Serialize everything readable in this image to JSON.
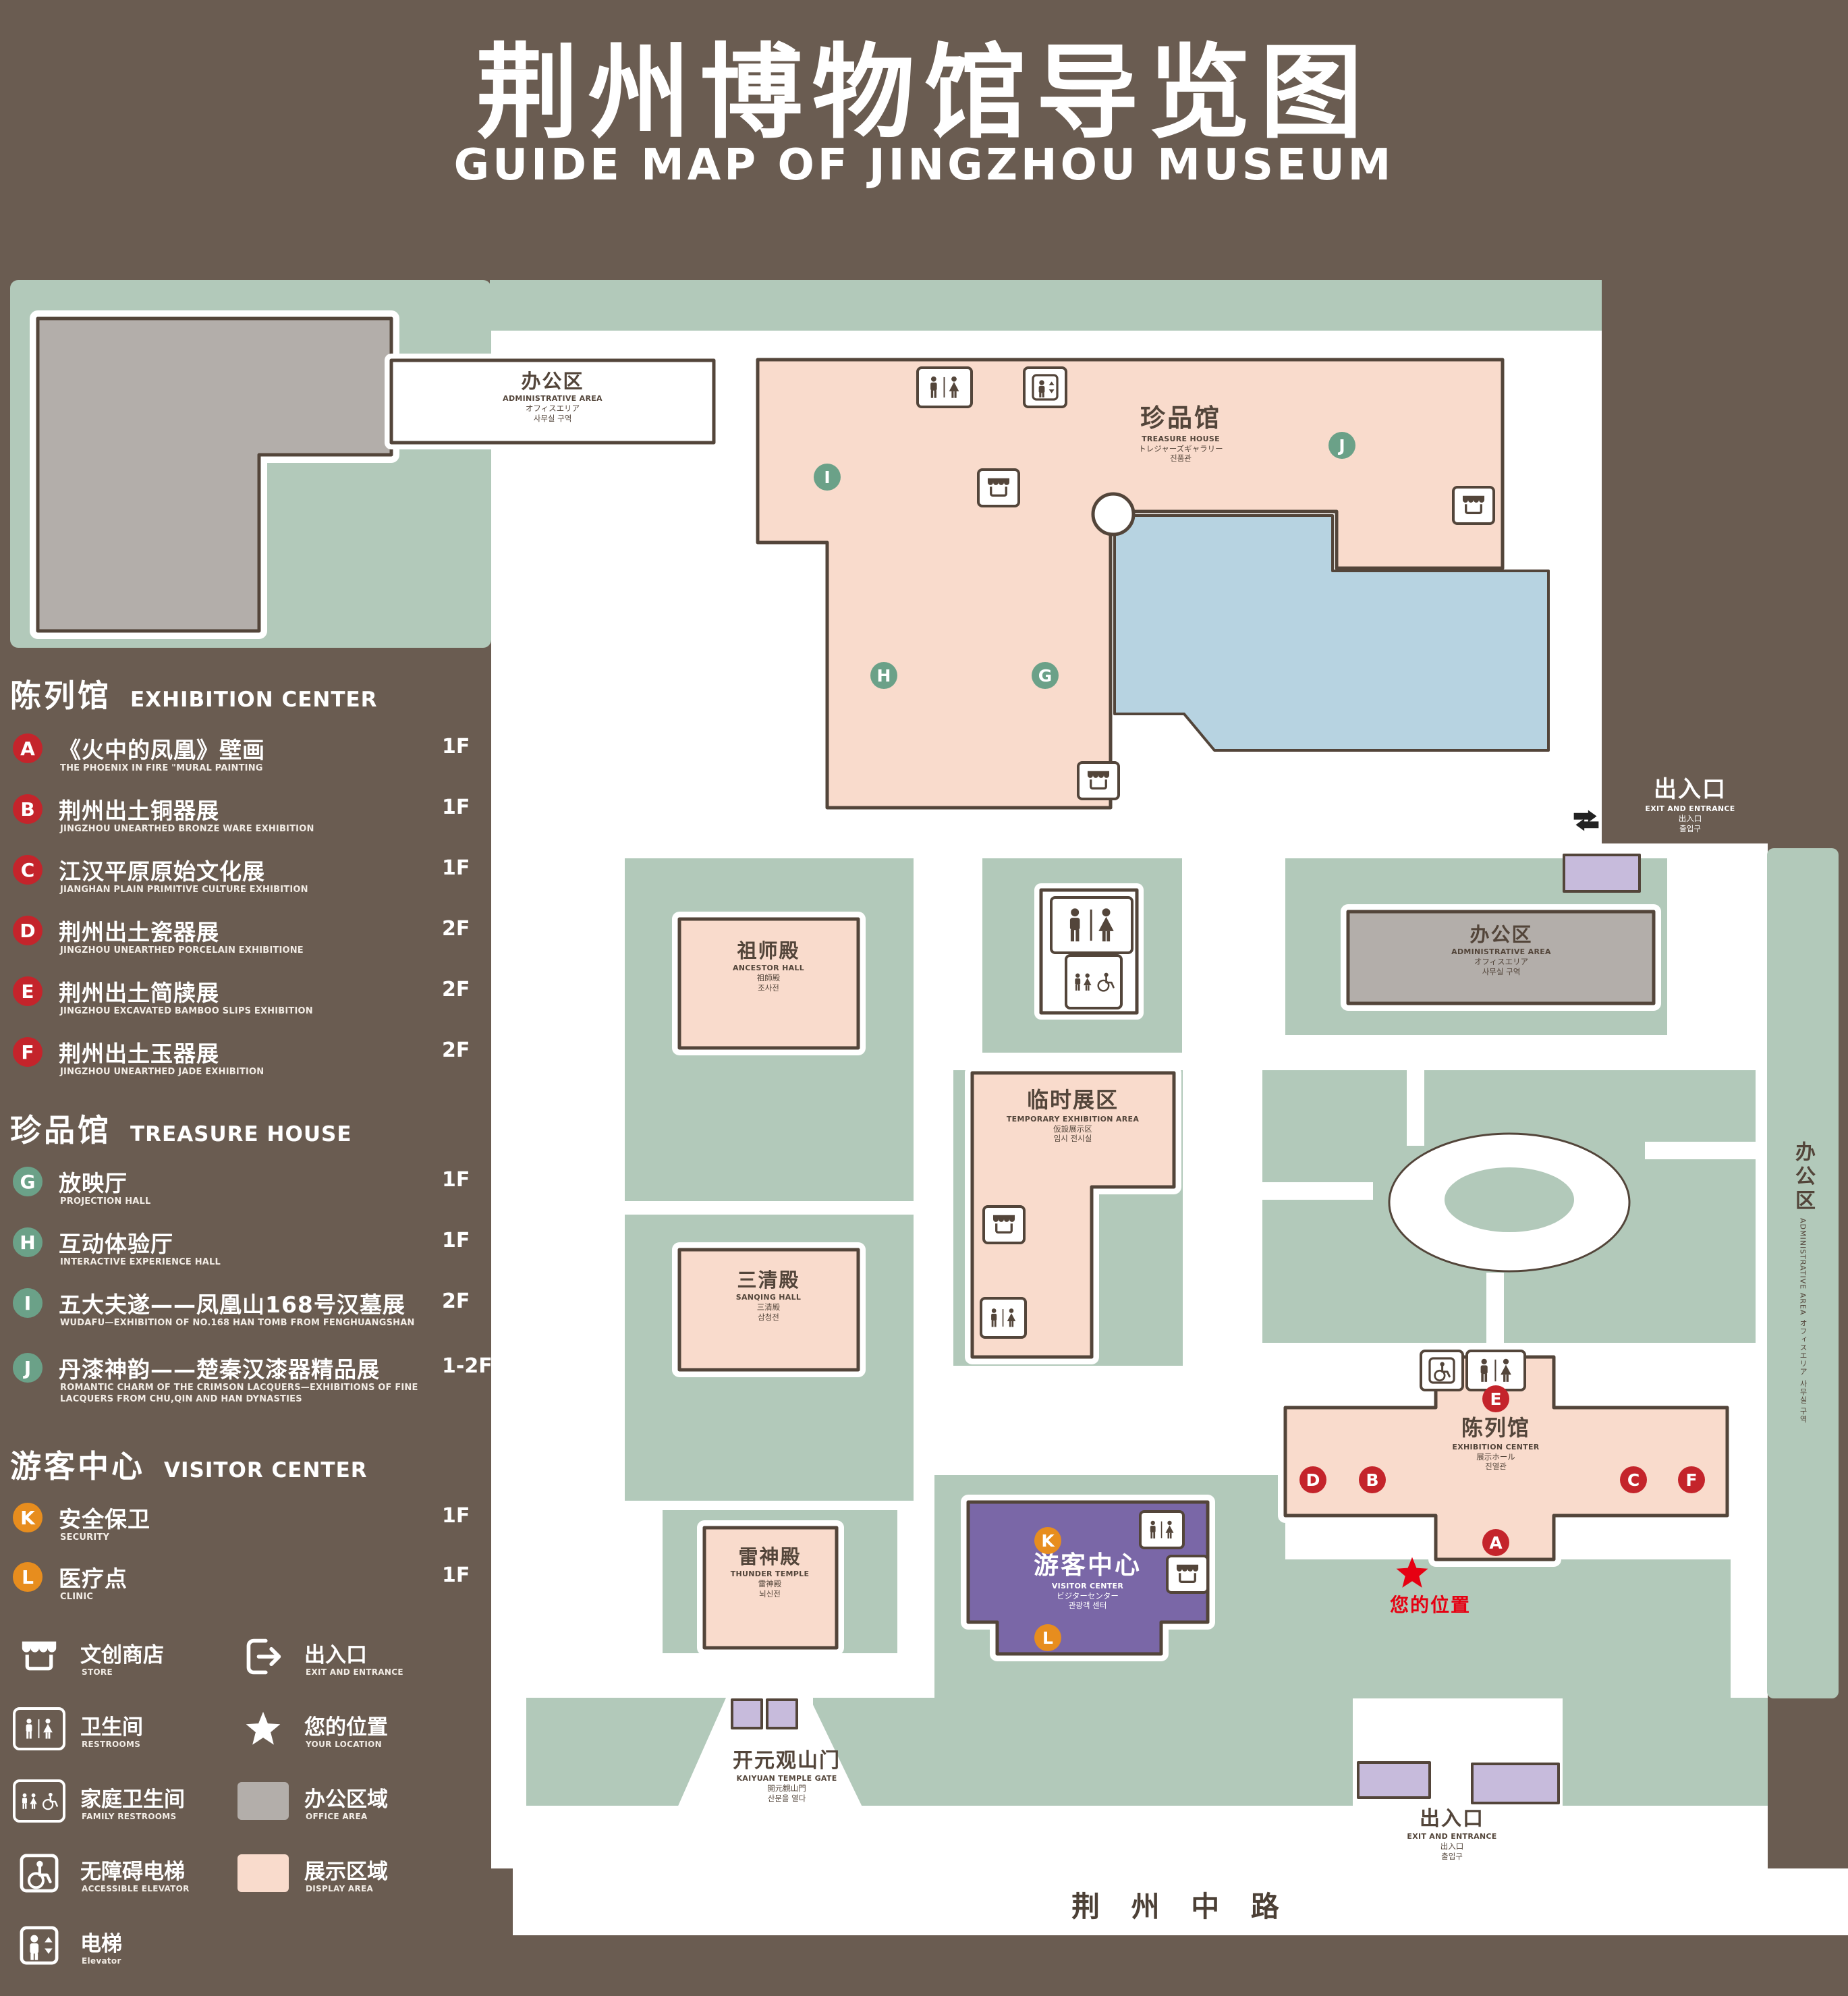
{
  "colors": {
    "background": "#6a5c51",
    "map_white": "#ffffff",
    "green_area": "#b2c9ba",
    "display_area_pink": "#f9dbcc",
    "office_area_gray": "#b3aeaa",
    "visitor_purple": "#7a67a7",
    "entrance_light_purple": "#c7bbdc",
    "pond_blue": "#b7d3e1",
    "outline_brown": "#53453a",
    "marker_red": "#c4242b",
    "marker_green": "#6ba188",
    "marker_orange": "#e78d1e",
    "location_red": "#e60012"
  },
  "header": {
    "title_zh": "荆州博物馆导览图",
    "title_en": "GUIDE MAP OF JINGZHOU MUSEUM"
  },
  "sidebar": {
    "sections": [
      {
        "title_zh": "陈列馆",
        "title_en": "EXHIBITION CENTER",
        "items": [
          {
            "letter": "A",
            "zh": "《火中的凤凰》壁画",
            "en": "THE PHOENIX IN FIRE \"MURAL PAINTING",
            "floor": "1F"
          },
          {
            "letter": "B",
            "zh": "荆州出土铜器展",
            "en": "JINGZHOU UNEARTHED BRONZE WARE EXHIBITION",
            "floor": "1F"
          },
          {
            "letter": "C",
            "zh": "江汉平原原始文化展",
            "en": "JIANGHAN PLAIN PRIMITIVE CULTURE EXHIBITION",
            "floor": "1F"
          },
          {
            "letter": "D",
            "zh": "荆州出土瓷器展",
            "en": "JINGZHOU UNEARTHED PORCELAIN EXHIBITIONE",
            "floor": "2F"
          },
          {
            "letter": "E",
            "zh": "荆州出土简牍展",
            "en": "JINGZHOU EXCAVATED BAMBOO SLIPS EXHIBITION",
            "floor": "2F"
          },
          {
            "letter": "F",
            "zh": "荆州出土玉器展",
            "en": "JINGZHOU UNEARTHED JADE EXHIBITION",
            "floor": "2F"
          }
        ]
      },
      {
        "title_zh": "珍品馆",
        "title_en": "TREASURE HOUSE",
        "items": [
          {
            "letter": "G",
            "zh": "放映厅",
            "en": "PROJECTION HALL",
            "floor": "1F"
          },
          {
            "letter": "H",
            "zh": "互动体验厅",
            "en": "INTERACTIVE EXPERIENCE HALL",
            "floor": "1F"
          },
          {
            "letter": "I",
            "zh": "五大夫遂——凤凰山168号汉墓展",
            "en": "WUDAFU—EXHIBITION OF NO.168 HAN TOMB FROM FENGHUANGSHAN",
            "floor": "2F"
          },
          {
            "letter": "J",
            "zh": "丹漆神韵——楚秦汉漆器精品展",
            "en": "ROMANTIC CHARM OF THE CRIMSON LACQUERS—EXHIBITIONS OF FINE LACQUERS FROM CHU,QIN AND HAN DYNASTIES",
            "floor": "1-2F"
          }
        ]
      },
      {
        "title_zh": "游客中心",
        "title_en": "VISITOR CENTER",
        "items": [
          {
            "letter": "K",
            "zh": "安全保卫",
            "en": "SECURITY",
            "floor": "1F"
          },
          {
            "letter": "L",
            "zh": "医疗点",
            "en": "CLINIC",
            "floor": "1F"
          }
        ]
      }
    ],
    "symbols": [
      {
        "zh": "文创商店",
        "en": "STORE"
      },
      {
        "zh": "出入口",
        "en": "EXIT AND ENTRANCE"
      },
      {
        "zh": "卫生间",
        "en": "RESTROOMS"
      },
      {
        "zh": "您的位置",
        "en": "YOUR LOCATION"
      },
      {
        "zh": "家庭卫生间",
        "en": "FAMILY RESTROOMS"
      },
      {
        "zh": "办公区域",
        "en": "OFFICE AREA"
      },
      {
        "zh": "无障碍电梯",
        "en": "ACCESSIBLE ELEVATOR"
      },
      {
        "zh": "展示区域",
        "en": "DISPLAY AREA"
      },
      {
        "zh": "电梯",
        "en": "Elevator"
      }
    ]
  },
  "map": {
    "admin_top": {
      "zh": "办公区",
      "en": "ADMINISTRATIVE AREA",
      "ja": "オフィスエリア",
      "ko": "사무실 구역"
    },
    "treasure_house": {
      "zh": "珍品馆",
      "en": "TREASURE HOUSE",
      "ja": "トレジャーズギャラリー",
      "ko": "진품관"
    },
    "exit_top": {
      "zh": "出入口",
      "en": "EXIT AND ENTRANCE",
      "ja": "出入口",
      "ko": "출입구"
    },
    "admin_right": {
      "zh": "办公区",
      "en": "ADMINISTRATIVE AREA",
      "ja": "オフィスエリア",
      "ko": "사무실 구역"
    },
    "admin_strip": {
      "zh": "办公区",
      "en": "ADMINISTRATIVE AREA",
      "ja": "オフィスエリア",
      "ko": "사무실 구역"
    },
    "ancestor_hall": {
      "zh": "祖师殿",
      "en": "ANCESTOR HALL",
      "ja": "祖師殿",
      "ko": "조사전"
    },
    "temporary_exhibition": {
      "zh": "临时展区",
      "en": "TEMPORARY EXHIBITION AREA",
      "ja": "仮設展示区",
      "ko": "임시 전시실"
    },
    "sanqing_hall": {
      "zh": "三清殿",
      "en": "SANQING HALL",
      "ja": "三清殿",
      "ko": "삼청전"
    },
    "exhibition_center": {
      "zh": "陈列馆",
      "en": "EXHIBITION CENTER",
      "ja": "展示ホール",
      "ko": "진열관"
    },
    "thunder_temple": {
      "zh": "雷神殿",
      "en": "THUNDER TEMPLE",
      "ja": "雷神殿",
      "ko": "뇌신전"
    },
    "visitor_center": {
      "zh": "游客中心",
      "en": "VISITOR CENTER",
      "ja": "ビジターセンター",
      "ko": "관광객 센터"
    },
    "kaiyuan_gate": {
      "zh": "开元观山门",
      "en": "KAIYUAN TEMPLE GATE",
      "ja": "開元観山門",
      "ko": "산문을 열다"
    },
    "exit_bottom": {
      "zh": "出入口",
      "en": "EXIT AND ENTRANCE",
      "ja": "出入口",
      "ko": "출입구"
    },
    "road": {
      "zh": "荆 州 中 路"
    },
    "your_location": {
      "zh": "您的位置"
    },
    "markers": {
      "A": "A",
      "B": "B",
      "C": "C",
      "D": "D",
      "E": "E",
      "F": "F",
      "G": "G",
      "H": "H",
      "I": "I",
      "J": "J",
      "K": "K",
      "L": "L"
    }
  }
}
